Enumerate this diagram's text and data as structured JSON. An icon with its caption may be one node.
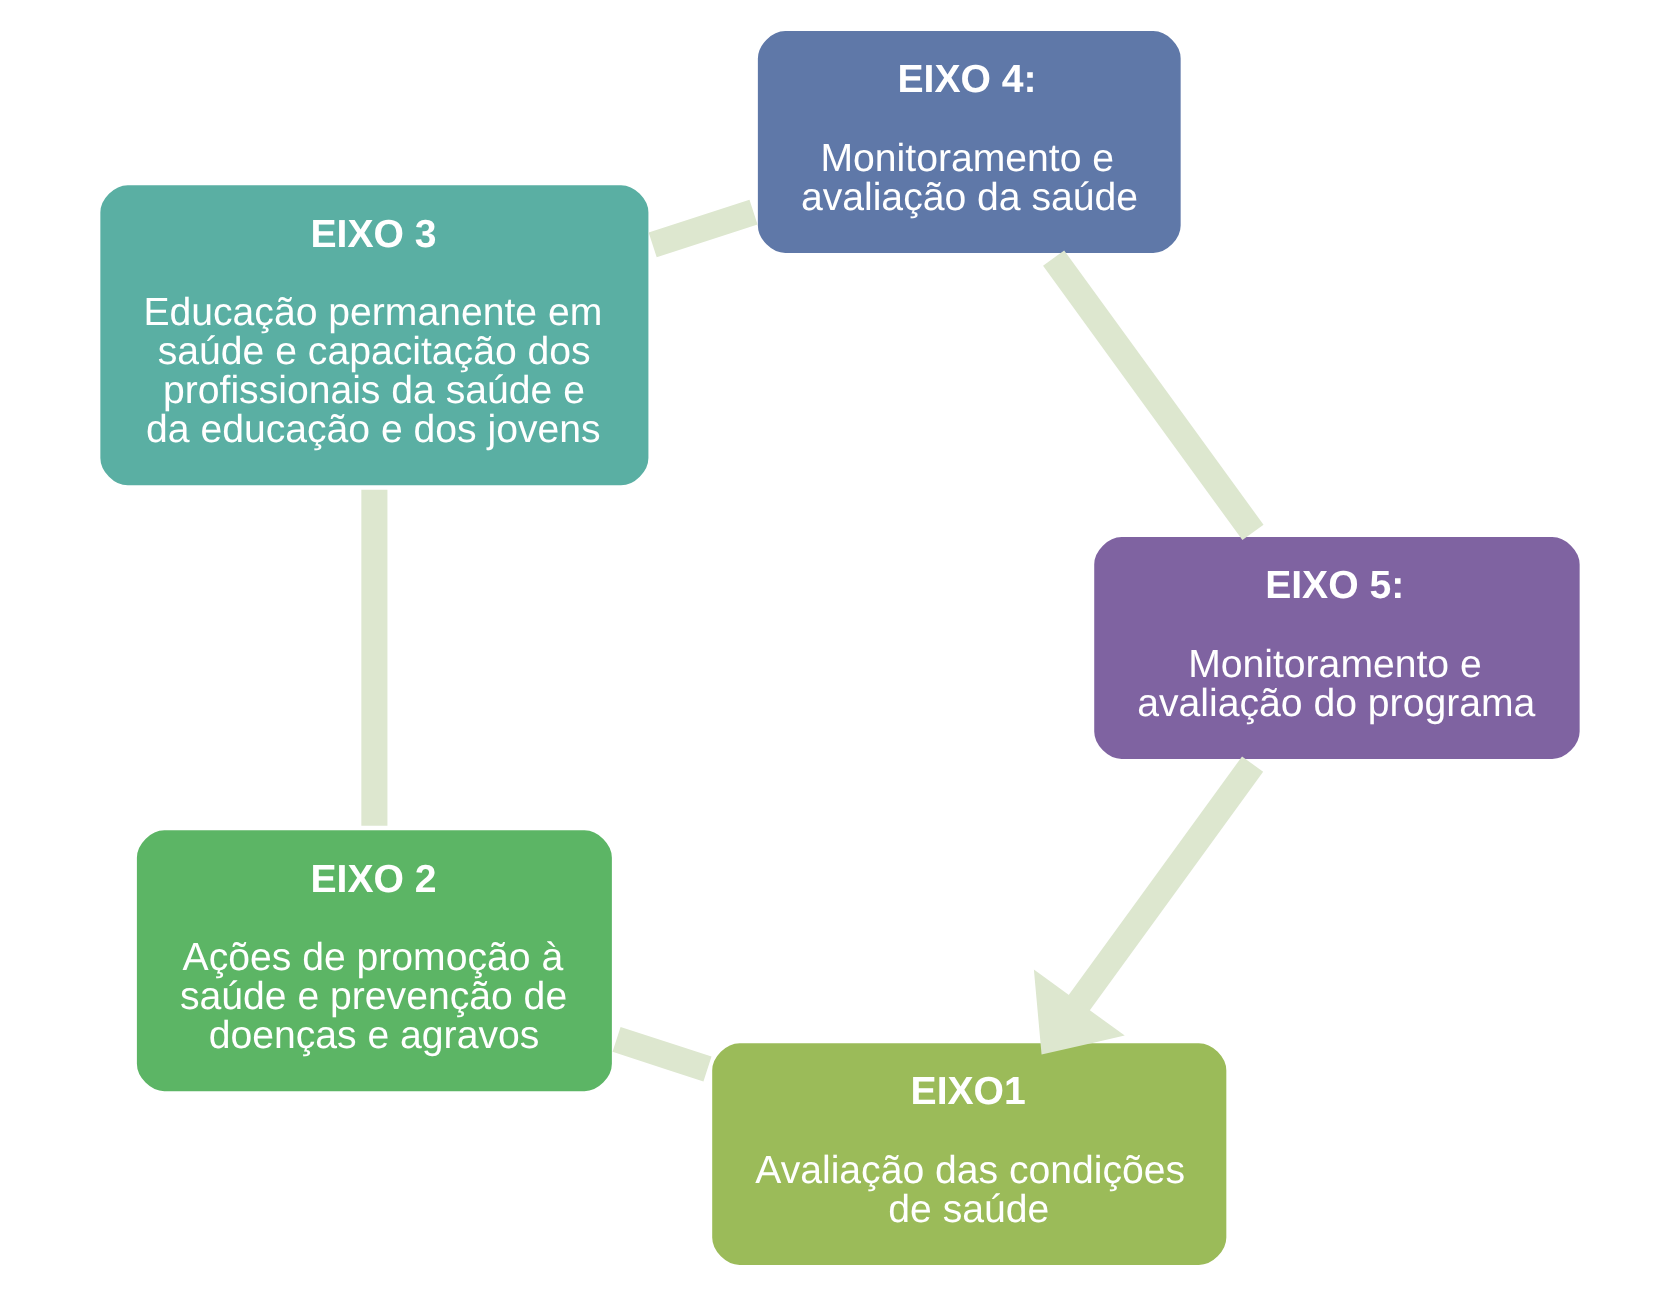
{
  "diagram": {
    "nodes": [
      {
        "text": [
          "EIXO1",
          "Avaliação das condições de saúde"
        ]
      },
      {
        "text": [
          "EIXO 2",
          "Ações de promoção à saúde e prevenção de doenças e agravos"
        ]
      },
      {
        "text": [
          "EIXO 3",
          "Educação permanente em saúde e capacitação dos profissionais da saúde e da educação e dos jovens"
        ]
      },
      {
        "text": [
          "EIXO 4:",
          "Monitoramento e avaliação da saúde"
        ]
      },
      {
        "text": [
          "EIXO 5:",
          "Monitoramento e avaliação do programa"
        ]
      }
    ],
    "edges": [
      {
        "from": 0,
        "to": 1,
        "arrow": "none"
      },
      {
        "from": 1,
        "to": 2,
        "arrow": "none"
      },
      {
        "from": 2,
        "to": 3,
        "arrow": "none"
      },
      {
        "from": 3,
        "to": 4,
        "arrow": "none"
      },
      {
        "from": 4,
        "to": 0,
        "arrow": "to"
      }
    ]
  }
}
